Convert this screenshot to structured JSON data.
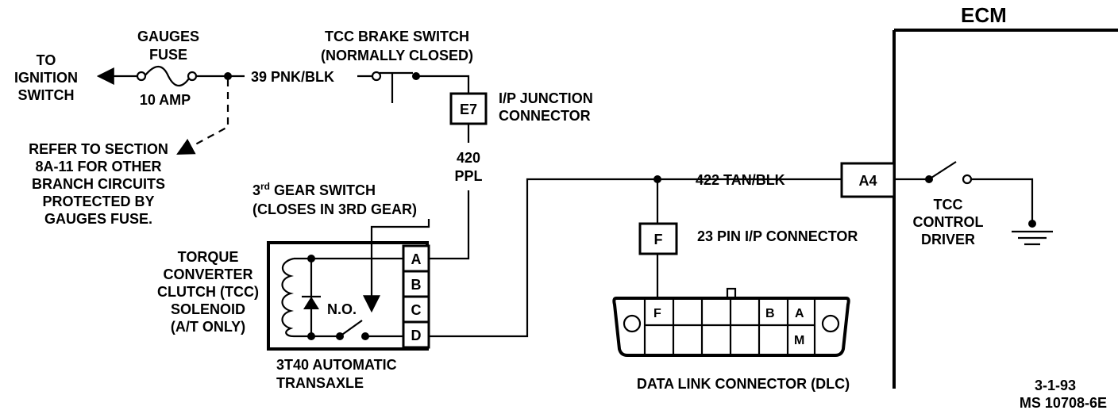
{
  "labels": {
    "to_ignition": [
      "TO",
      "IGNITION",
      "SWITCH"
    ],
    "gauges_fuse": [
      "GAUGES",
      "FUSE"
    ],
    "fuse_rating": "10 AMP",
    "wire_39": "39 PNK/BLK",
    "tcc_brake_switch": [
      "TCC BRAKE SWITCH",
      "(NORMALLY CLOSED)"
    ],
    "ip_junction": [
      "I/P JUNCTION",
      "CONNECTOR"
    ],
    "e7": "E7",
    "refer": [
      "REFER TO SECTION",
      "8A-11 FOR OTHER",
      "BRANCH CIRCUITS",
      "PROTECTED BY",
      "GAUGES FUSE."
    ],
    "wire_420": [
      "420",
      "PPL"
    ],
    "third_gear": [
      "3rd GEAR SWITCH",
      "(CLOSES IN 3RD GEAR)"
    ],
    "third_gear_3": "3",
    "third_gear_rd": "rd",
    "third_gear_rest": " GEAR SWITCH",
    "solenoid": [
      "TORQUE",
      "CONVERTER",
      "CLUTCH (TCC)",
      "SOLENOID",
      "(A/T ONLY)"
    ],
    "no": "N.O.",
    "pins_3t40": [
      "A",
      "B",
      "C",
      "D"
    ],
    "transaxle": [
      "3T40 AUTOMATIC",
      "TRANSAXLE"
    ],
    "wire_422": "422 TAN/BLK",
    "f": "F",
    "connector_23": "23 PIN I/P CONNECTOR",
    "dlc_f": "F",
    "dlc_b": "B",
    "dlc_a": "A",
    "dlc_m": "M",
    "dlc": "DATA LINK CONNECTOR (DLC)",
    "ecm": "ECM",
    "a4": "A4",
    "tcc_driver": [
      "TCC",
      "CONTROL",
      "DRIVER"
    ],
    "date": "3-1-93",
    "ms": "MS 10708-6E"
  }
}
